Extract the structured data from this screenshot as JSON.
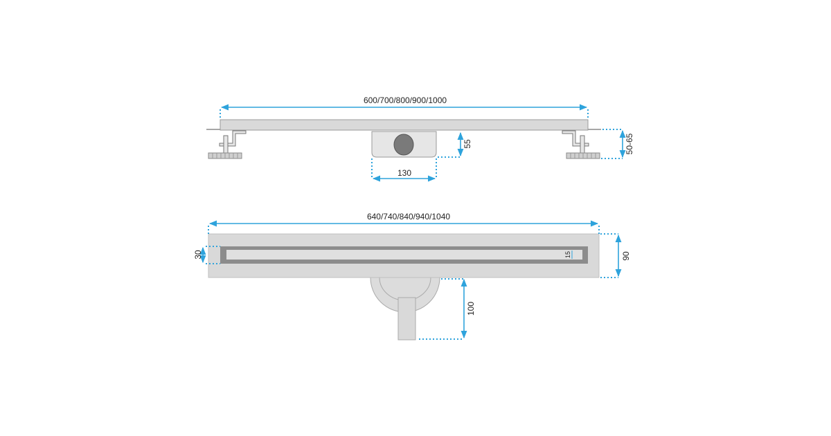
{
  "top_view": {
    "length_label": "600/700/800/900/1000",
    "outlet_height_label": "55",
    "outlet_width_label": "130",
    "adjust_height_label": "50-65"
  },
  "bottom_view": {
    "length_label": "640/740/840/940/1040",
    "slot_width_label": "30",
    "inner_slot_label": "15",
    "total_width_label": "90",
    "outlet_depth_label": "100"
  },
  "colors": {
    "dimension": "#2ea3dc",
    "body": "#d9d9d9",
    "frame": "#8c8c8c"
  }
}
